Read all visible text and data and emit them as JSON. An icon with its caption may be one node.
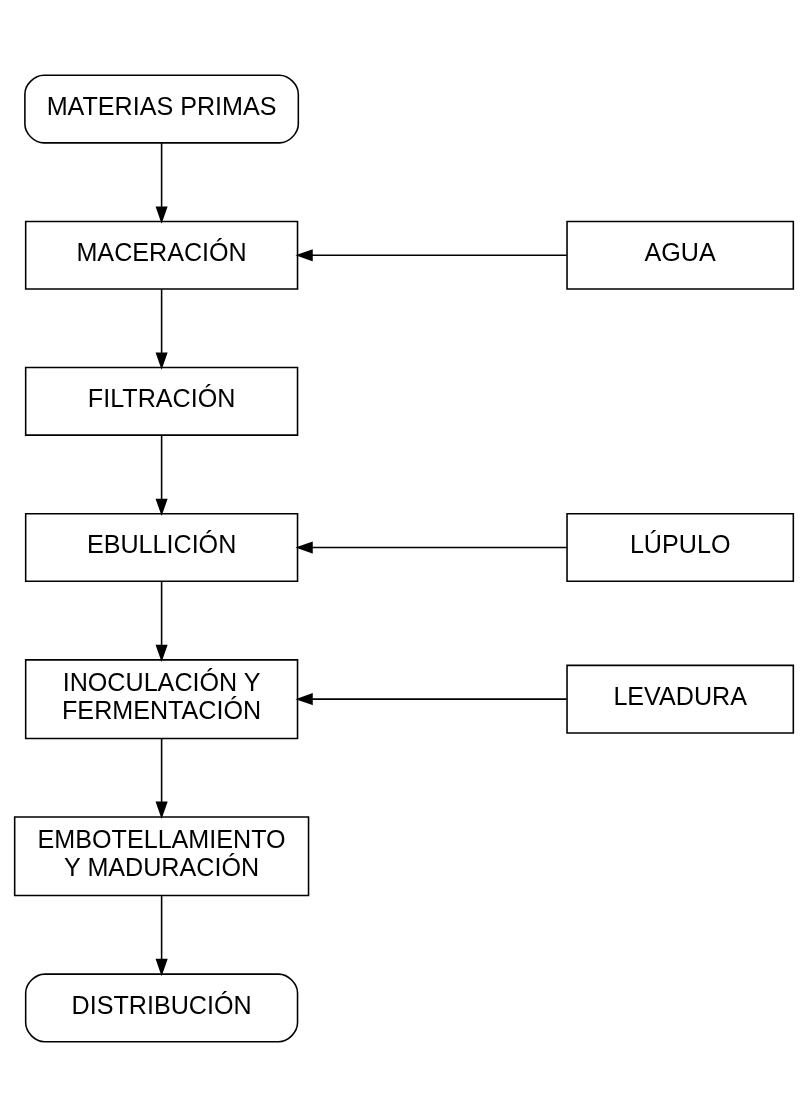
{
  "diagram": {
    "nodes": [
      {
        "text": [
          "MATERIAS PRIMAS"
        ]
      },
      {
        "text": [
          "MACERACIÓN"
        ]
      },
      {
        "text": [
          "AGUA"
        ]
      },
      {
        "text": [
          "FILTRACIÓN"
        ]
      },
      {
        "text": [
          "EBULLICIÓN"
        ]
      },
      {
        "text": [
          "LÚPULO"
        ]
      },
      {
        "text": [
          "INOCULACIÓN Y FERMENTACIÓN"
        ]
      },
      {
        "text": [
          "LEVADURA"
        ]
      },
      {
        "text": [
          "EMBOTELLAMIENTO Y MADURACIÓN"
        ]
      },
      {
        "text": [
          "DISTRIBUCIÓN"
        ]
      }
    ],
    "edges": [
      {
        "from": 0,
        "to": 1,
        "arrow": "to"
      },
      {
        "from": 2,
        "to": 1,
        "arrow": "to"
      },
      {
        "from": 1,
        "to": 3,
        "arrow": "to"
      },
      {
        "from": 3,
        "to": 4,
        "arrow": "to"
      },
      {
        "from": 5,
        "to": 4,
        "arrow": "to"
      },
      {
        "from": 4,
        "to": 6,
        "arrow": "to"
      },
      {
        "from": 7,
        "to": 6,
        "arrow": "to"
      },
      {
        "from": 6,
        "to": 8,
        "arrow": "to"
      },
      {
        "from": 8,
        "to": 9,
        "arrow": "to"
      }
    ]
  }
}
